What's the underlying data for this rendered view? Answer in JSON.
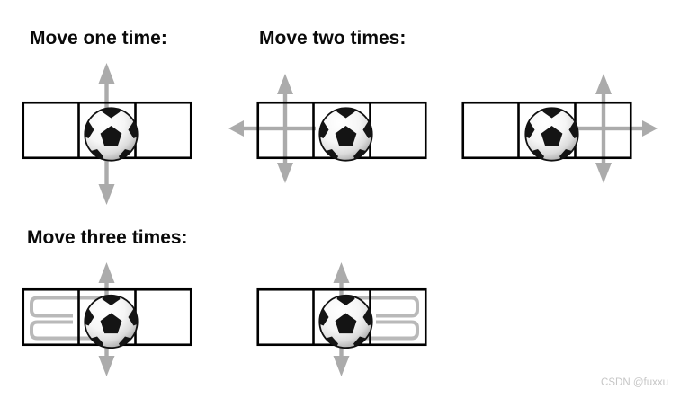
{
  "headings": {
    "one": "Move one time:",
    "two": "Move two times:",
    "three": "Move three times:"
  },
  "watermark": "CSDN @fuxxu",
  "colors": {
    "background": "#ffffff",
    "board_border": "#000000",
    "heading_text": "#0a0a0a",
    "arrow_gray": "#ababab",
    "path_gray": "#b9b9b9",
    "watermark_gray": "#c6c6c6",
    "ball_dark": "#141414"
  },
  "diagrams": [
    {
      "id": "move-one-board",
      "cells": 3,
      "ball_cell": 2,
      "arrows": [
        "up",
        "down"
      ]
    },
    {
      "id": "move-two-board-left-cross",
      "cells": 3,
      "ball_cell": 2,
      "arrows": [
        "up",
        "down",
        "left"
      ],
      "cross_cell": 1
    },
    {
      "id": "move-two-board-right-cross",
      "cells": 3,
      "ball_cell": 2,
      "arrows": [
        "up",
        "down",
        "right"
      ],
      "cross_cell": 3
    },
    {
      "id": "move-three-board-left-path",
      "cells": 3,
      "ball_cell": 2,
      "arrows": [
        "up",
        "down"
      ],
      "path_cell": 1
    },
    {
      "id": "move-three-board-right-path",
      "cells": 3,
      "ball_cell": 2,
      "arrows": [
        "up",
        "down"
      ],
      "path_cell": 3
    }
  ]
}
